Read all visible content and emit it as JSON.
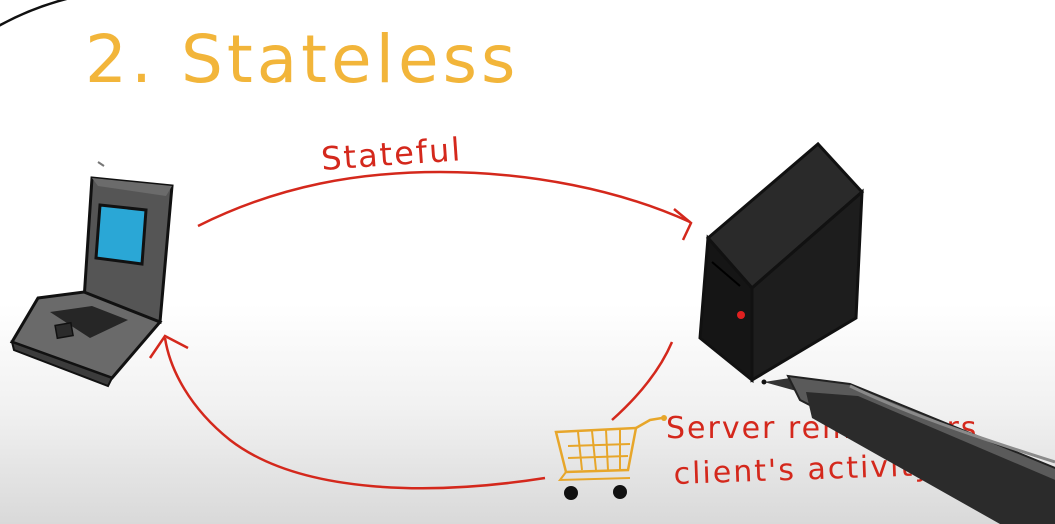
{
  "slide": {
    "heading": "2. Stateless",
    "heading_color": "#f2b53a",
    "arrow_color": "#d4281c",
    "label_color": "#d4281c",
    "cart_color": "#e7a62a"
  },
  "diagram": {
    "top_arrow_label": "Stateful",
    "note_line_1": "Server remembers",
    "note_line_2": "client's activity",
    "client_icon": "laptop-icon",
    "server_icon": "server-tower-icon",
    "state_icon": "shopping-cart-icon",
    "pointer_icon": "pen-icon"
  }
}
